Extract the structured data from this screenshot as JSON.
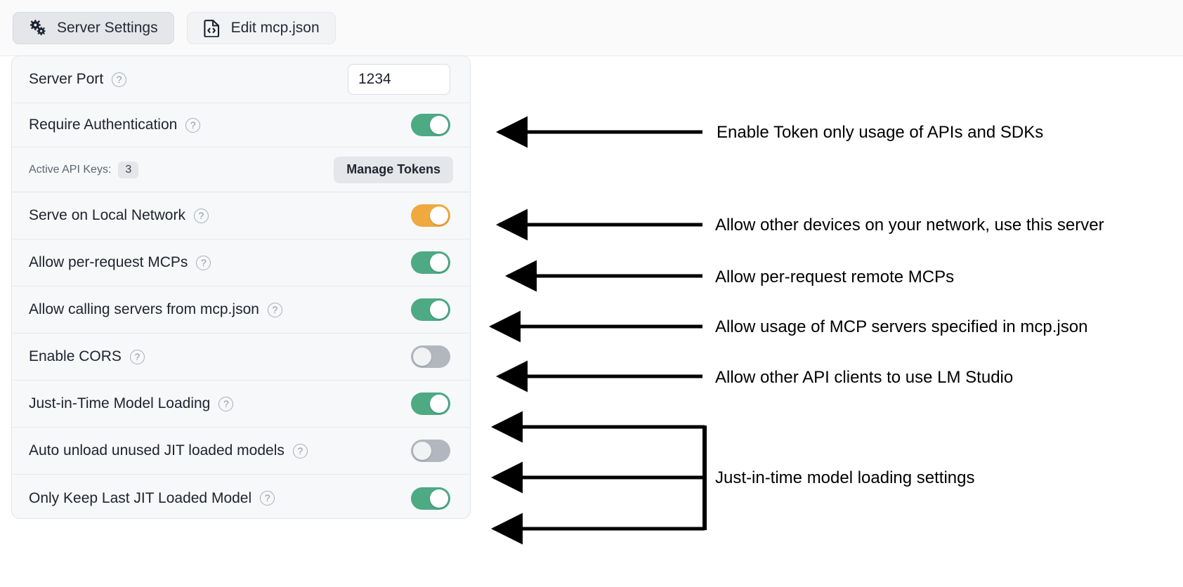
{
  "tabs": [
    {
      "id": "server-settings",
      "label": "Server Settings",
      "icon": "gears-icon",
      "active": true
    },
    {
      "id": "edit-mcp-json",
      "label": "Edit mcp.json",
      "icon": "file-code-icon",
      "active": false
    }
  ],
  "settings": {
    "server_port": {
      "label": "Server Port",
      "value": "1234",
      "help": "?"
    },
    "require_authentication": {
      "label": "Require Authentication",
      "state": "on",
      "help": "?"
    },
    "active_api_keys": {
      "label": "Active API Keys:",
      "count": "3",
      "button": "Manage Tokens"
    },
    "serve_on_local_network": {
      "label": "Serve on Local Network",
      "state": "warn",
      "help": "?"
    },
    "allow_per_request_mcps": {
      "label": "Allow per-request MCPs",
      "state": "on",
      "help": "?"
    },
    "allow_calling_servers_from_mcp_json": {
      "label": "Allow calling servers from mcp.json",
      "state": "on",
      "help": "?"
    },
    "enable_cors": {
      "label": "Enable CORS",
      "state": "off",
      "help": "?"
    },
    "jit_model_loading": {
      "label": "Just-in-Time Model Loading",
      "state": "on",
      "help": "?"
    },
    "auto_unload_unused_jit": {
      "label": "Auto unload unused JIT loaded models",
      "state": "off",
      "help": "?"
    },
    "only_keep_last_jit": {
      "label": "Only Keep Last JIT Loaded Model",
      "state": "on",
      "help": "?"
    }
  },
  "annotations": [
    {
      "id": "anno-auth",
      "text": "Enable Token only usage of APIs and SDKs"
    },
    {
      "id": "anno-local-network",
      "text": "Allow other devices on your network, use this server"
    },
    {
      "id": "anno-per-request",
      "text": "Allow per-request remote MCPs"
    },
    {
      "id": "anno-mcp-json",
      "text": "Allow usage of MCP servers specified in mcp.json"
    },
    {
      "id": "anno-cors",
      "text": "Allow other API clients to use LM Studio"
    },
    {
      "id": "anno-jit",
      "text": "Just-in-time model loading settings"
    }
  ],
  "colors": {
    "toggle_on": "#4daa83",
    "toggle_warn": "#efa93f",
    "toggle_off": "#b2b6bf",
    "card_bg": "#f7f8fa",
    "tab_active_bg": "#e4e6ea"
  }
}
